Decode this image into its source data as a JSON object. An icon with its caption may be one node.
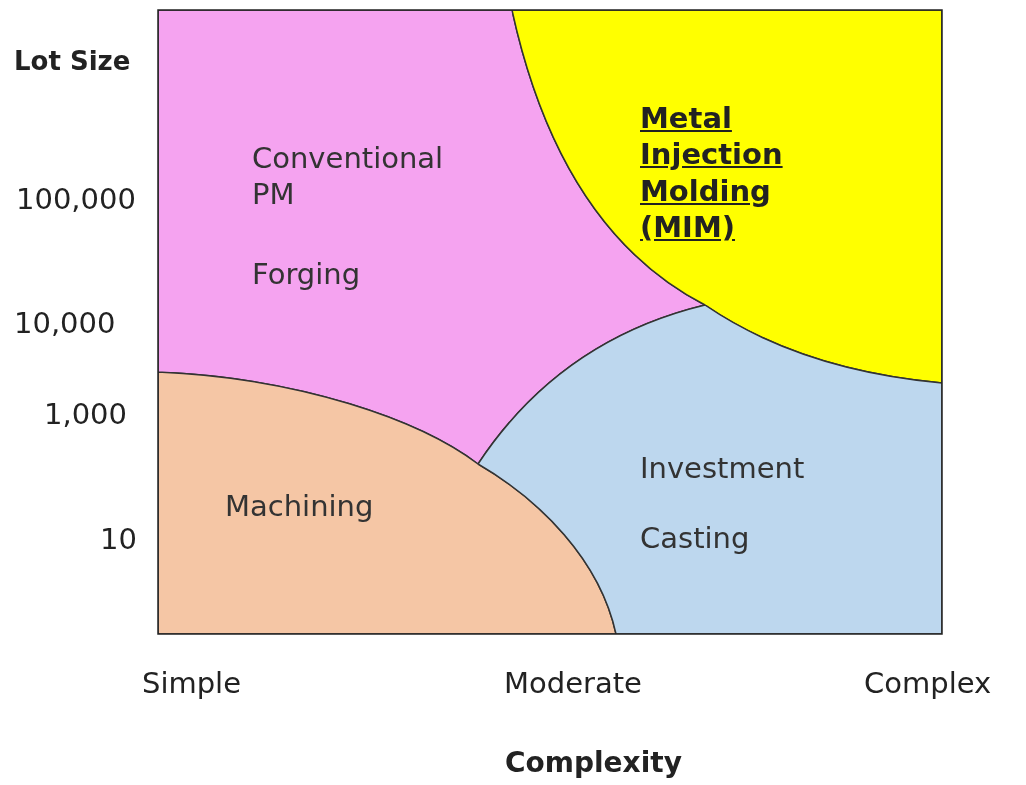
{
  "diagram": {
    "nodes": [
      {
        "text": [
          "Conventional PM",
          "Forging"
        ]
      },
      {
        "text": [
          "Metal Injection Molding (MIM)"
        ]
      },
      {
        "text": [
          "Machining"
        ]
      },
      {
        "text": [
          "Investment Casting"
        ]
      }
    ],
    "labels": [
      "Lot Size",
      "100,000",
      "10,000",
      "1,000",
      "10",
      "Simple",
      "Moderate",
      "Complex",
      "Complexity"
    ]
  }
}
